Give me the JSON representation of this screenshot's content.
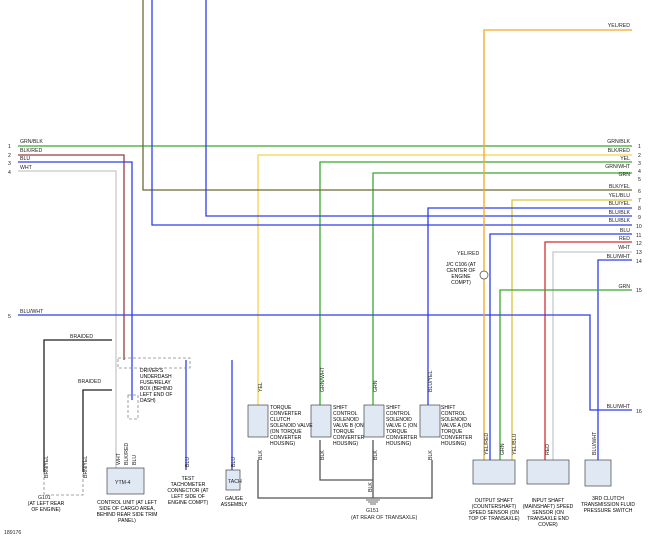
{
  "diagram": {
    "wires_right": [
      {
        "label": "YEL/RED",
        "num": ""
      },
      {
        "label": "GRN/BLK",
        "num": "1"
      },
      {
        "label": "BLK/RED",
        "num": "2"
      },
      {
        "label": "YEL",
        "num": "3"
      },
      {
        "label": "GRN/WHT",
        "num": "4"
      },
      {
        "label": "GRN",
        "num": "5"
      },
      {
        "label": "BLK/YEL",
        "num": "6"
      },
      {
        "label": "YEL/BLU",
        "num": "7"
      },
      {
        "label": "BLU/YEL",
        "num": "8"
      },
      {
        "label": "BLU/BLK",
        "num": "9"
      },
      {
        "label": "BLU/BLK",
        "num": "10"
      },
      {
        "label": "BLU",
        "num": "11"
      },
      {
        "label": "RED",
        "num": "12"
      },
      {
        "label": "WHT",
        "num": "13"
      },
      {
        "label": "BLU/WHT",
        "num": "14"
      },
      {
        "label": "GRN",
        "num": "15"
      },
      {
        "label": "BLU/WHT",
        "num": "16"
      }
    ],
    "wires_left": [
      {
        "num": "1",
        "label": "GRN/BLK"
      },
      {
        "num": "2",
        "label": "BLK/RED"
      },
      {
        "num": "3",
        "label": "BLU"
      },
      {
        "num": "4",
        "label": "WHT"
      },
      {
        "num": "5",
        "label": "BLU/WHT"
      }
    ],
    "braided": "BRAIDED",
    "jc": "J/C C106 (AT CENTER OF ENGINE COMPT)",
    "jc_wire": "YEL/RED",
    "relay_box": "DRIVER'S UNDERDASH FUSE/RELAY BOX (BEHIND LEFT END OF DASH)",
    "tcm": {
      "name": "YTM-4",
      "desc": "CONTROL UNIT (AT LEFT SIDE OF CARGO AREA, BEHIND REAR SIDE TRIM PANEL)"
    },
    "tach": {
      "name": "TEST TACHOMETER CONNECTOR (AT LEFT SIDE OF ENGINE COMPT)",
      "wire": "BLU"
    },
    "gauge": {
      "name": "GAUGE ASSEMBLY",
      "tag": "TACH",
      "wire": "BLU"
    },
    "g101": {
      "name": "G101",
      "desc": "(AT LEFT REAR OF ENGINE)"
    },
    "g151": {
      "name": "G151",
      "desc": "(AT REAR OF TRANSAXLE)"
    },
    "sol_tc": "TORQUE CONVERTER CLUTCH SOLENOID VALVE (ON TORQUE CONVERTER HOUSING)",
    "sol_b": "SHIFT CONTROL SOLENOID VALVE B (ON TORQUE CONVERTER HOUSING)",
    "sol_c": "SHIFT CONTROL SOLENOID VALVE C (ON TORQUE CONVERTER HOUSING)",
    "sol_a": "SHIFT CONTROL SOLENOID VALVE A (ON TORQUE CONVERTER HOUSING)",
    "sens_out": "OUTPUT SHAFT (COUNTERSHAFT) SPEED SENSOR (ON TOP OF TRANSAXLE)",
    "sens_in": "INPUT SHAFT (MAINSHAFT) SPEED SENSOR (ON TRANSAXLE END COVER)",
    "switch": "3RD CLUTCH TRANSMISSION FLUID PRESSURE SWITCH",
    "wire_tags": [
      "BRN/YEL",
      "BRN/YEL",
      "WHT",
      "BLK/RED",
      "BLU",
      "YEL",
      "GRN/WHT",
      "GRN",
      "BLU/YEL",
      "BLK",
      "BLK",
      "BLK",
      "BLK",
      "YEL/RED",
      "GRN",
      "YEL/BLU",
      "RED",
      "BLU/WHT",
      "BLK"
    ],
    "figure_id": "189176",
    "colors": {
      "yel": "#f2c94c",
      "orange": "#f5a623",
      "green": "#3aa832",
      "blue": "#2f3ee8",
      "red": "#d32f2f",
      "black": "#222222",
      "lightblue": "#dfe8f3"
    }
  }
}
